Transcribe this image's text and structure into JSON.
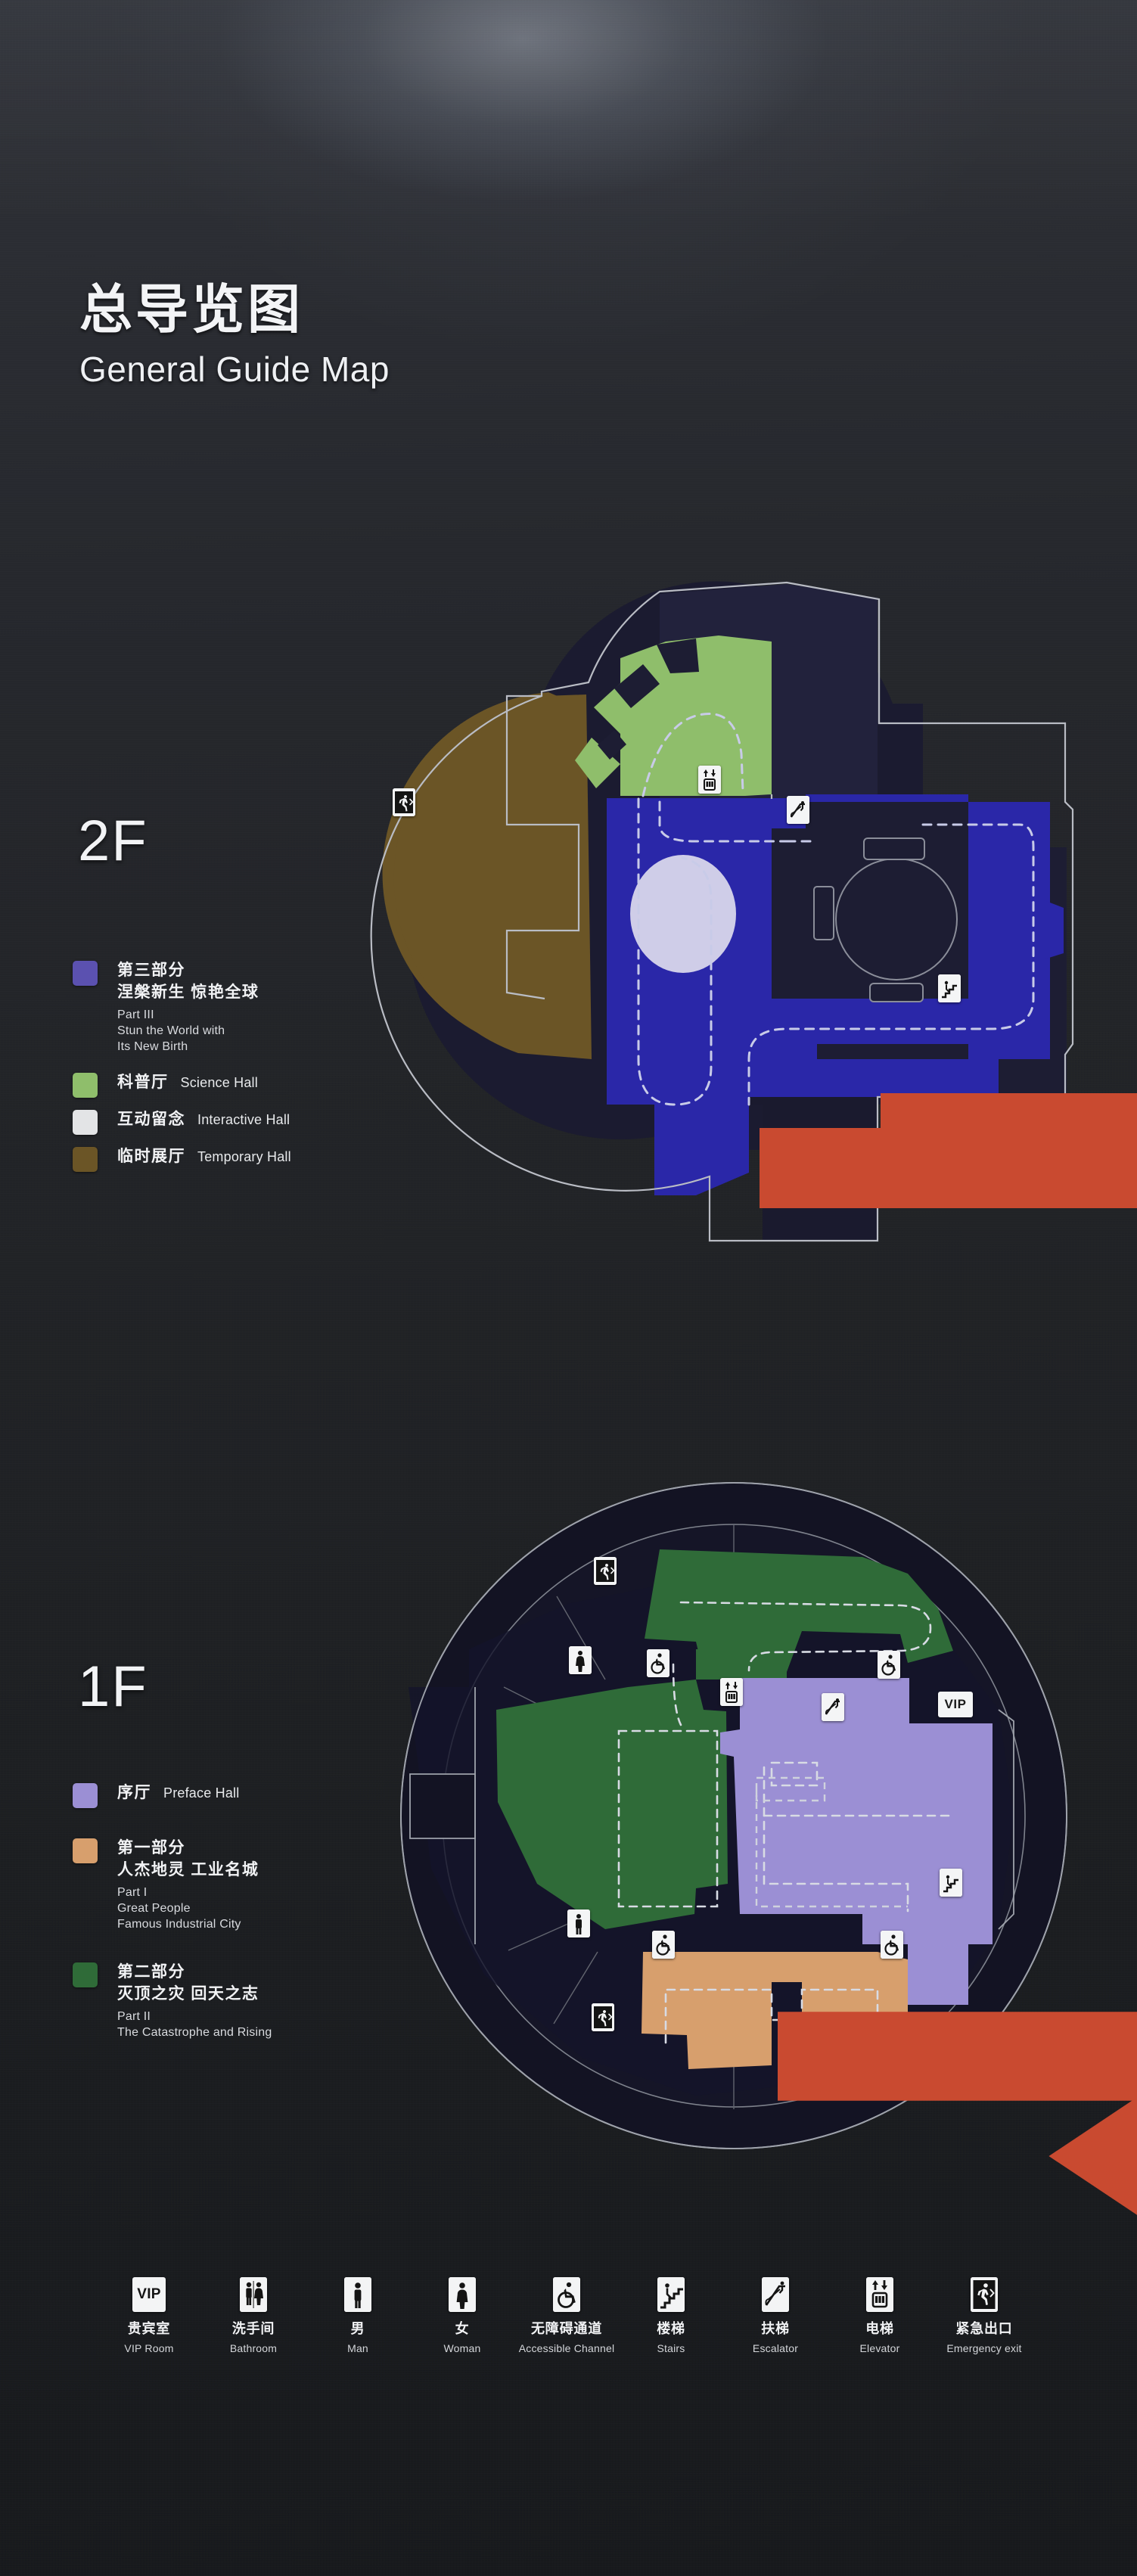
{
  "board": {
    "background_color": "#23252a",
    "title_cn": "总导览图",
    "title_en": "General Guide Map"
  },
  "floors": [
    {
      "label": "2F",
      "legend": [
        {
          "swatch_color": "#5b51b0",
          "cn_title": "第三部分",
          "cn_subtitle": "涅槃新生 惊艳全球",
          "en_lines": [
            "Part III",
            "Stun the World with",
            "Its New Birth"
          ],
          "inline": false
        },
        {
          "swatch_color": "#8fbe6b",
          "cn_title": "科普厅",
          "en_inline": "Science Hall",
          "inline": true
        },
        {
          "swatch_color": "#e3e4e6",
          "cn_title": "互动留念",
          "en_inline": "Interactive Hall",
          "inline": true
        },
        {
          "swatch_color": "#6b5526",
          "cn_title": "临时展厅",
          "en_inline": "Temporary Hall",
          "inline": true
        }
      ]
    },
    {
      "label": "1F",
      "legend": [
        {
          "swatch_color": "#9b8fd4",
          "cn_title": "序厅",
          "en_inline": "Preface Hall",
          "inline": true
        },
        {
          "swatch_color": "#d79f6d",
          "cn_title": "第一部分",
          "cn_subtitle": "人杰地灵 工业名城",
          "en_lines": [
            "Part I",
            "Great People",
            "Famous Industrial City"
          ],
          "inline": false
        },
        {
          "swatch_color": "#2f6b38",
          "cn_title": "第二部分",
          "cn_subtitle": "灭顶之灾 回天之志",
          "en_lines": [
            "Part II",
            "The Catastrophe and Rising"
          ],
          "inline": false
        }
      ]
    }
  ],
  "map_2f": {
    "area_colors": {
      "part_three": "#2a27a8",
      "science_hall": "#8fbe6b",
      "interactive_hall": "#cfcde8",
      "temporary_hall": "#6b5526",
      "structure": "#1b1b30",
      "outline": "#b9bcc4",
      "route": "#c8cbe8",
      "arrow": "#c94a30"
    },
    "markers": [
      {
        "type": "emergency-exit",
        "label": "紧急出口"
      },
      {
        "type": "elevator",
        "label": "电梯"
      },
      {
        "type": "escalator",
        "label": "扶梯"
      },
      {
        "type": "stairs",
        "label": "楼梯"
      }
    ]
  },
  "map_1f": {
    "area_colors": {
      "preface_hall": "#9b8fd4",
      "part_one": "#d79f6d",
      "part_two": "#2f6b38",
      "structure": "#131323",
      "outline": "#9ea2ab",
      "route": "#d8dbe4",
      "arrow": "#c94a30",
      "vip_badge": "#f4f5f6"
    },
    "vip_badge_label": "VIP",
    "markers": [
      {
        "type": "emergency-exit",
        "label": "紧急出口"
      },
      {
        "type": "woman",
        "label": "女"
      },
      {
        "type": "man",
        "label": "男"
      },
      {
        "type": "accessible",
        "label": "无障碍通道"
      },
      {
        "type": "elevator",
        "label": "电梯"
      },
      {
        "type": "escalator",
        "label": "扶梯"
      },
      {
        "type": "stairs",
        "label": "楼梯"
      },
      {
        "type": "vip",
        "label": "贵宾室"
      }
    ]
  },
  "icon_legend": [
    {
      "icon": "vip-icon",
      "cn": "贵宾室",
      "en": "VIP Room"
    },
    {
      "icon": "bathroom-icon",
      "cn": "洗手间",
      "en": "Bathroom"
    },
    {
      "icon": "man-icon",
      "cn": "男",
      "en": "Man"
    },
    {
      "icon": "woman-icon",
      "cn": "女",
      "en": "Woman"
    },
    {
      "icon": "accessible-icon",
      "cn": "无障碍通道",
      "en": "Accessible Channel"
    },
    {
      "icon": "stairs-icon",
      "cn": "楼梯",
      "en": "Stairs"
    },
    {
      "icon": "escalator-icon",
      "cn": "扶梯",
      "en": "Escalator"
    },
    {
      "icon": "elevator-icon",
      "cn": "电梯",
      "en": "Elevator"
    },
    {
      "icon": "emergency-exit-icon",
      "cn": "紧急出口",
      "en": "Emergency exit"
    }
  ]
}
